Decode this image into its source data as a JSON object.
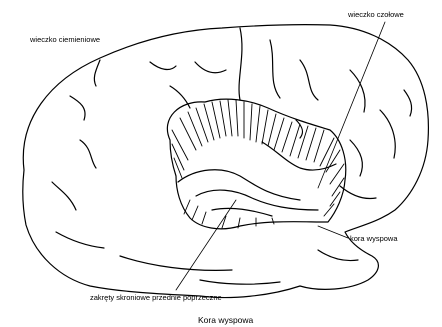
{
  "figure": {
    "caption": "Kora wyspowa",
    "labels": {
      "parietal_operculum": "wieczko ciemieniowe",
      "frontal_operculum": "wieczko czołowe",
      "insular_cortex": "kora wyspowa",
      "transverse_gyri": "zakręty skroniowe przednie poprzeczne"
    },
    "colors": {
      "stroke": "#000000",
      "background": "#ffffff"
    }
  }
}
